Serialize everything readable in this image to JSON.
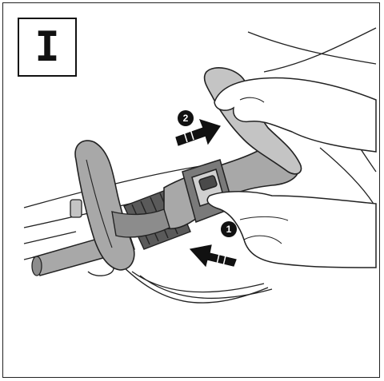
{
  "step": {
    "label": "I"
  },
  "markers": [
    {
      "number": "1",
      "meaning": "press"
    },
    {
      "number": "2",
      "meaning": "slide"
    }
  ],
  "colors": {
    "line": "#222222",
    "grey_dark": "#8c8c8c",
    "grey_mid": "#a8a8a8",
    "grey_light": "#c4c4c4",
    "marker": "#111111"
  }
}
